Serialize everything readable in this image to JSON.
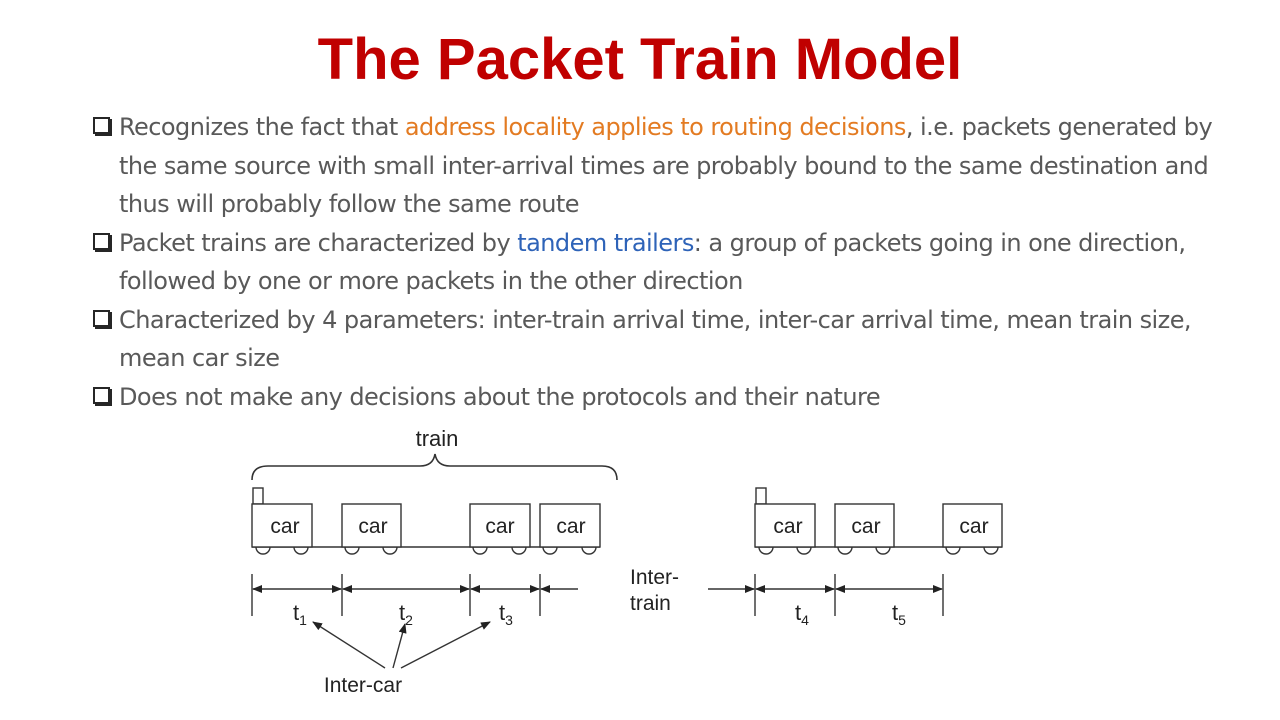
{
  "slide": {
    "title": "The Packet Train Model",
    "bullets": [
      {
        "before": "Recognizes the fact that ",
        "highlight": "address locality applies to routing decisions",
        "after": ", i.e. packets generated by the same source with small inter-arrival times are probably bound to the same destination and thus will probably follow the same route"
      },
      {
        "before": "Packet trains are characterized by ",
        "highlight": "tandem trailers",
        "after": ": a group of packets going in one direction, followed by one or more packets in the other direction"
      },
      {
        "text": "Characterized by 4 parameters: inter-train arrival time, inter-car arrival time, mean train size, mean car size"
      },
      {
        "text": "Does not make any decisions about the protocols and their nature"
      }
    ],
    "colors": {
      "title": "#c00000",
      "body": "#595959",
      "highlight_orange": "#e37b22",
      "highlight_blue": "#2e63b8"
    }
  },
  "diagram": {
    "train_label": "train",
    "car_label": "car",
    "inter_train_line1": "Inter-",
    "inter_train_line2": "train",
    "inter_car_label": "Inter-car",
    "intervals": [
      {
        "base": "t",
        "sub": "1"
      },
      {
        "base": "t",
        "sub": "2"
      },
      {
        "base": "t",
        "sub": "3"
      },
      {
        "base": "t",
        "sub": "4"
      },
      {
        "base": "t",
        "sub": "5"
      }
    ]
  }
}
